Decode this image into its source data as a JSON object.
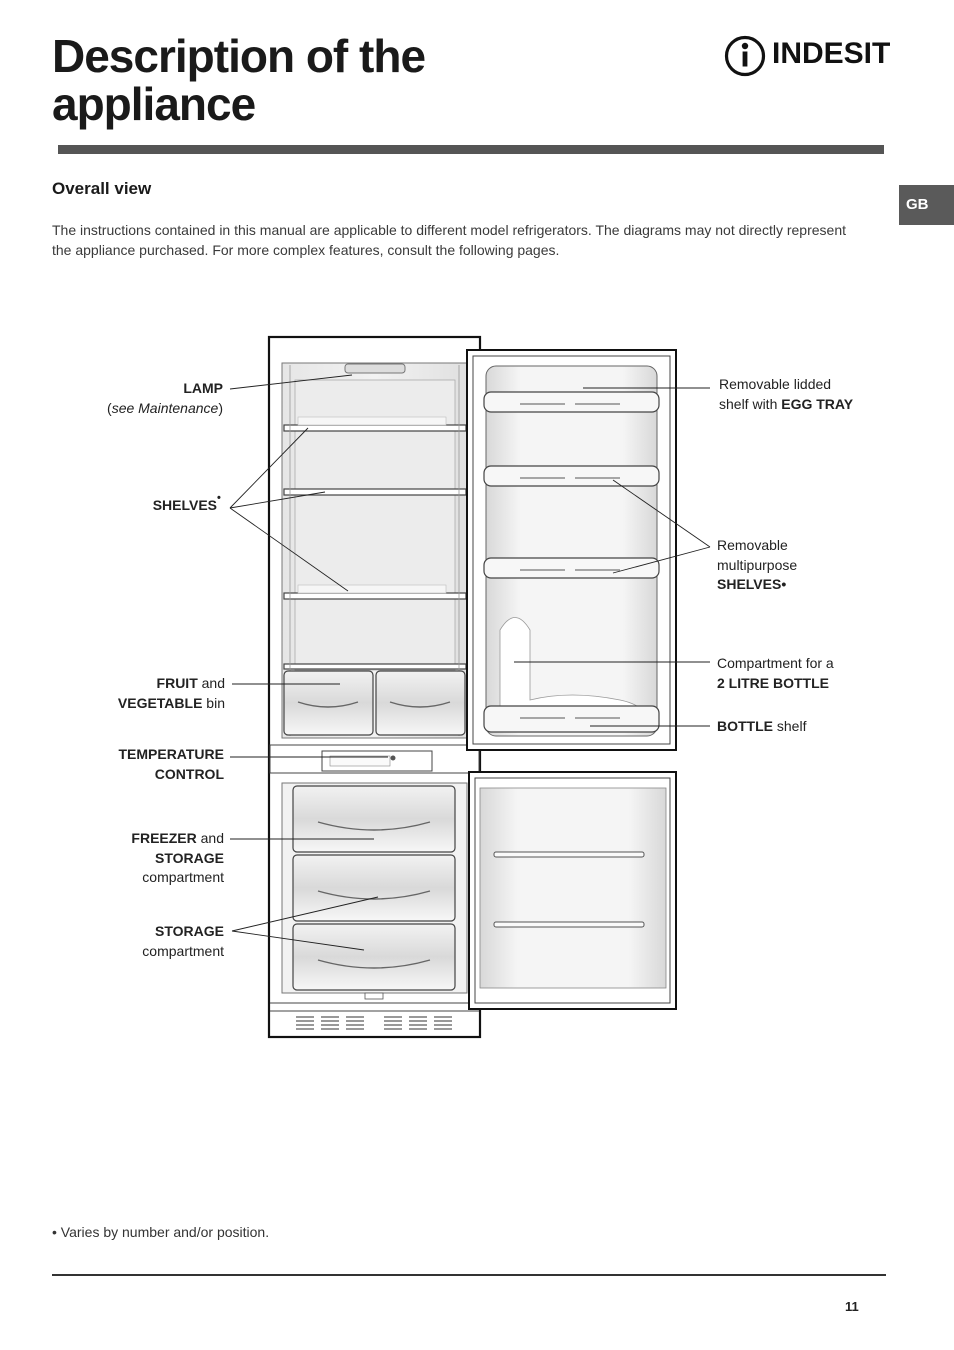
{
  "page": {
    "title_line1": "Description of the",
    "title_line2": "appliance",
    "brand": "INDESIT",
    "lang_tab": "GB",
    "section_title": "Overall view",
    "intro": "The instructions contained in this manual are applicable to different model refrigerators. The diagrams may not directly represent the appliance purchased. For more complex features, consult the following pages.",
    "footnote_bullet": "•",
    "footnote": "Varies by number and/or position.",
    "page_number": "11"
  },
  "labels": {
    "lamp_bold": "LAMP",
    "lamp_note_open": "(",
    "lamp_note": "see Maintenance",
    "lamp_note_close": ")",
    "shelves_bold": "SHELVES",
    "shelves_mark": "•",
    "fruit_bold": "FRUIT",
    "fruit_and": " and",
    "vegetable_bold": "VEGETABLE",
    "vegetable_bin": " bin",
    "temp_line1": "TEMPERATURE",
    "temp_line2": "CONTROL",
    "freezer_bold": "FREEZER",
    "freezer_and": " and",
    "storage_bold": "STORAGE",
    "compartment": "compartment",
    "storage2_bold": "STORAGE",
    "compartment2": "compartment",
    "egg_line1": "Removable lidded",
    "egg_line2": "shelf with ",
    "egg_bold": "EGG TRAY",
    "multi_line1": "Removable",
    "multi_line2": "multipurpose",
    "multi_bold": "SHELVES•",
    "bottle_comp_line1": "Compartment for a",
    "bottle_comp_bold": "2 LITRE BOTTLE",
    "bottle_shelf_bold": "BOTTLE",
    "bottle_shelf_rest": " shelf"
  },
  "colors": {
    "rule": "#555555",
    "tab": "#5a5a5a",
    "line": "#222222"
  }
}
